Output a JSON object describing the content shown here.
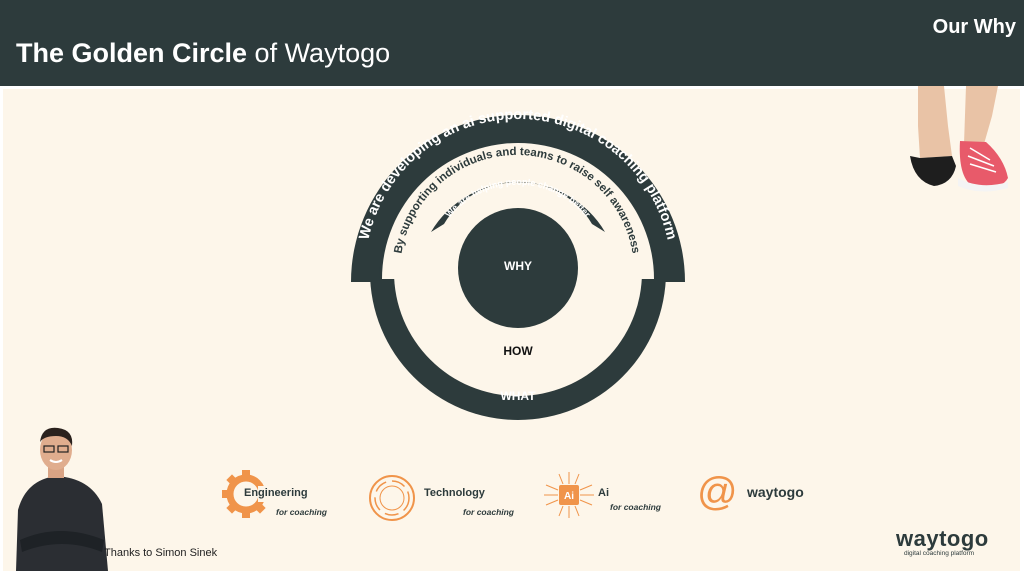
{
  "header": {
    "title_bold": "The Golden Circle",
    "title_rest": " of Waytogo",
    "section": "Our Why"
  },
  "circle": {
    "why_label": "WHY",
    "how_label": "HOW",
    "what_label": "WHAT",
    "outer_arc_text": "We are developing an ai supported digital coaching platform",
    "middle_arc_text": "By supporting individuals and teams to raise self awareness",
    "inner_arc_text": "We are helping people change better"
  },
  "logos": {
    "engineering": {
      "label": "Engineering",
      "sub": "for coaching"
    },
    "technology": {
      "label": "Technology",
      "sub": "for coaching"
    },
    "ai": {
      "label": "Ai",
      "sub": "for coaching",
      "badge": "Ai"
    },
    "waytogo": {
      "label": "waytogo",
      "icon": "@"
    }
  },
  "footer": {
    "thanks": "Thanks to Simon Sinek",
    "brand": "waytogo",
    "brand_sub": "digital coaching platform"
  },
  "colors": {
    "dark": "#2d3b3c",
    "cream": "#fdf6ea",
    "orange": "#f0944a"
  }
}
